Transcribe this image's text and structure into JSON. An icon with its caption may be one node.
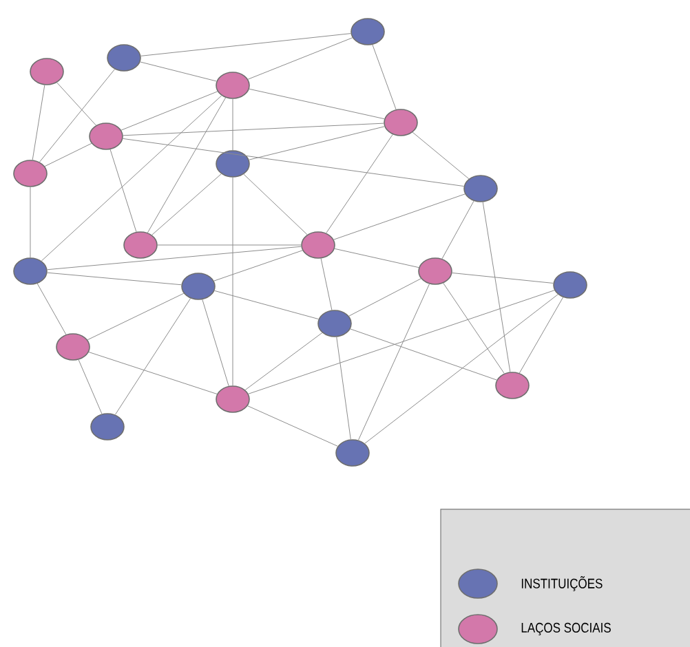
{
  "diagram": {
    "nodes": [
      {
        "text": [],
        "shape": "circle"
      },
      {
        "text": [],
        "shape": "circle"
      },
      {
        "text": [],
        "shape": "circle"
      },
      {
        "text": [],
        "shape": "circle"
      },
      {
        "text": [],
        "shape": "circle"
      },
      {
        "text": [],
        "shape": "circle"
      },
      {
        "text": [],
        "shape": "circle"
      },
      {
        "text": [],
        "shape": "circle"
      },
      {
        "text": [],
        "shape": "circle"
      },
      {
        "text": [],
        "shape": "circle"
      },
      {
        "text": [],
        "shape": "circle"
      },
      {
        "text": [],
        "shape": "circle"
      },
      {
        "text": [],
        "shape": "circle"
      },
      {
        "text": [],
        "shape": "circle"
      },
      {
        "text": [],
        "shape": "circle"
      },
      {
        "text": [],
        "shape": "circle"
      },
      {
        "text": [],
        "shape": "circle"
      },
      {
        "text": [],
        "shape": "circle"
      },
      {
        "text": [],
        "shape": "circle"
      },
      {
        "text": [],
        "shape": "circle"
      },
      {
        "text": [],
        "shape": "circle"
      }
    ],
    "edges": [
      {
        "from": 1,
        "to": 0,
        "arrow": "none"
      },
      {
        "from": 1,
        "to": 3,
        "arrow": "none"
      },
      {
        "from": 3,
        "to": 0,
        "arrow": "none"
      },
      {
        "from": 1,
        "to": 7,
        "arrow": "none"
      },
      {
        "from": 2,
        "to": 7,
        "arrow": "none"
      },
      {
        "from": 2,
        "to": 5,
        "arrow": "none"
      },
      {
        "from": 5,
        "to": 3,
        "arrow": "none"
      },
      {
        "from": 5,
        "to": 7,
        "arrow": "none"
      },
      {
        "from": 5,
        "to": 4,
        "arrow": "none"
      },
      {
        "from": 5,
        "to": 8,
        "arrow": "none"
      },
      {
        "from": 5,
        "to": 9,
        "arrow": "none"
      },
      {
        "from": 3,
        "to": 6,
        "arrow": "none"
      },
      {
        "from": 6,
        "to": 18,
        "arrow": "none"
      },
      {
        "from": 3,
        "to": 9,
        "arrow": "none"
      },
      {
        "from": 3,
        "to": 11,
        "arrow": "none"
      },
      {
        "from": 3,
        "to": 4,
        "arrow": "none"
      },
      {
        "from": 6,
        "to": 4,
        "arrow": "none"
      },
      {
        "from": 6,
        "to": 9,
        "arrow": "none"
      },
      {
        "from": 6,
        "to": 10,
        "arrow": "none"
      },
      {
        "from": 9,
        "to": 10,
        "arrow": "none"
      },
      {
        "from": 11,
        "to": 10,
        "arrow": "none"
      },
      {
        "from": 7,
        "to": 11,
        "arrow": "none"
      },
      {
        "from": 10,
        "to": 4,
        "arrow": "none"
      },
      {
        "from": 10,
        "to": 8,
        "arrow": "none"
      },
      {
        "from": 10,
        "to": 12,
        "arrow": "none"
      },
      {
        "from": 10,
        "to": 15,
        "arrow": "none"
      },
      {
        "from": 10,
        "to": 13,
        "arrow": "none"
      },
      {
        "from": 0,
        "to": 4,
        "arrow": "none"
      },
      {
        "from": 4,
        "to": 8,
        "arrow": "none"
      },
      {
        "from": 8,
        "to": 12,
        "arrow": "none"
      },
      {
        "from": 8,
        "to": 17,
        "arrow": "none"
      },
      {
        "from": 11,
        "to": 13,
        "arrow": "none"
      },
      {
        "from": 11,
        "to": 16,
        "arrow": "none"
      },
      {
        "from": 13,
        "to": 16,
        "arrow": "none"
      },
      {
        "from": 13,
        "to": 19,
        "arrow": "none"
      },
      {
        "from": 13,
        "to": 18,
        "arrow": "none"
      },
      {
        "from": 13,
        "to": 15,
        "arrow": "none"
      },
      {
        "from": 16,
        "to": 19,
        "arrow": "none"
      },
      {
        "from": 16,
        "to": 18,
        "arrow": "none"
      },
      {
        "from": 18,
        "to": 15,
        "arrow": "none"
      },
      {
        "from": 18,
        "to": 14,
        "arrow": "none"
      },
      {
        "from": 18,
        "to": 20,
        "arrow": "none"
      },
      {
        "from": 15,
        "to": 20,
        "arrow": "none"
      },
      {
        "from": 15,
        "to": 12,
        "arrow": "none"
      },
      {
        "from": 15,
        "to": 17,
        "arrow": "none"
      },
      {
        "from": 12,
        "to": 20,
        "arrow": "none"
      },
      {
        "from": 12,
        "to": 17,
        "arrow": "none"
      },
      {
        "from": 12,
        "to": 14,
        "arrow": "none"
      },
      {
        "from": 14,
        "to": 20,
        "arrow": "none"
      },
      {
        "from": 14,
        "to": 17,
        "arrow": "none"
      }
    ],
    "legend": [
      {
        "text": "INSTITUIÇÕES",
        "color": "#6773b3"
      },
      {
        "text": "LAÇOS SOCIAIS",
        "color": "#d378aa"
      }
    ]
  }
}
